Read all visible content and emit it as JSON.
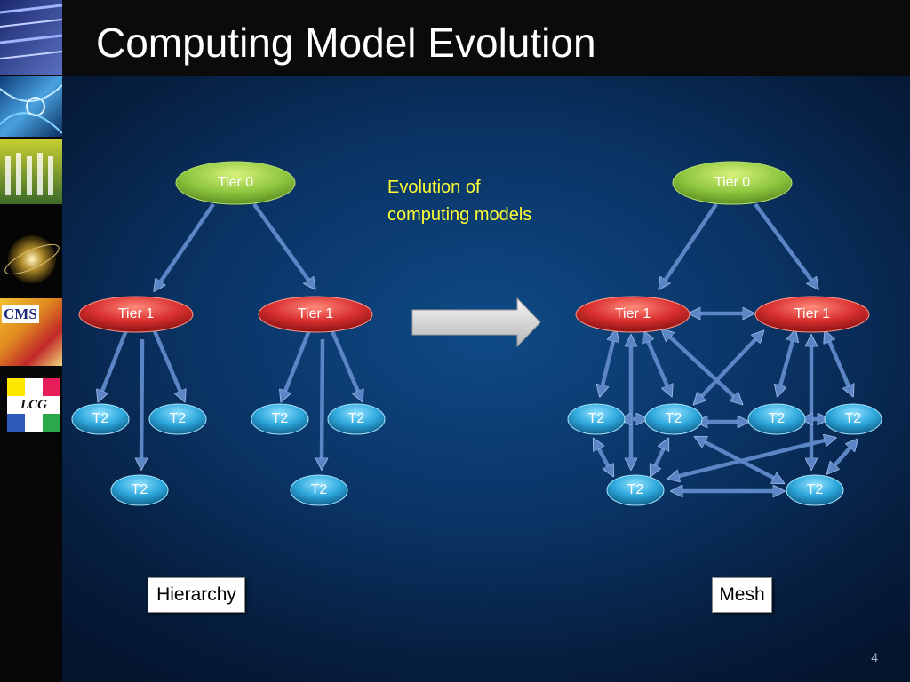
{
  "slide": {
    "title": "Computing Model Evolution",
    "page_number": "4"
  },
  "sidebar": {
    "logos": {
      "cms": "CMS",
      "lcg": "LCG"
    }
  },
  "caption": {
    "line1": "Evolution of",
    "line2": "computing models"
  },
  "hierarchy": {
    "label": "Hierarchy",
    "tier0": "Tier 0",
    "tier1": [
      "Tier 1",
      "Tier 1"
    ],
    "t2": [
      "T2",
      "T2",
      "T2",
      "T2",
      "T2",
      "T2"
    ]
  },
  "mesh": {
    "label": "Mesh",
    "tier0": "Tier 0",
    "tier1": [
      "Tier 1",
      "Tier 1"
    ],
    "t2": [
      "T2",
      "T2",
      "T2",
      "T2",
      "T2",
      "T2"
    ]
  },
  "colors": {
    "tier0": "#8dc63f",
    "tier1": "#d93030",
    "t2": "#2fa8dc",
    "arrow": "#5b85c4",
    "caption": "#ffff33"
  }
}
